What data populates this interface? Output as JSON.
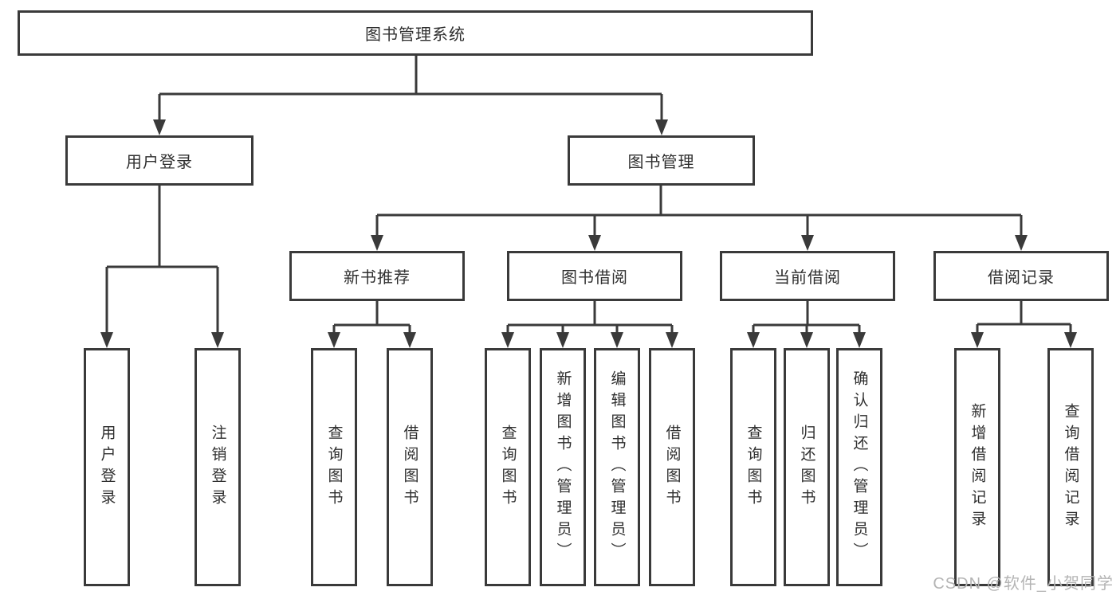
{
  "diagram": {
    "title_node": "图书管理系统",
    "structure_note": "functional decomposition tree of a library management system"
  },
  "nodes": {
    "root": "图书管理系统",
    "user_login": "用户登录",
    "book_management": "图书管理",
    "new_book_recommend": "新书推荐",
    "book_borrow": "图书借阅",
    "current_borrow": "当前借阅",
    "borrow_records": "借阅记录"
  },
  "leaves": {
    "user_login": "用户登录",
    "logout_login": "注销登录",
    "query_books_nb": "查询图书",
    "borrow_books_nb": "借阅图书",
    "query_books_bw": "查询图书",
    "add_books_admin": "新增图书（管理员）",
    "edit_books_admin": "编辑图书（管理员）",
    "borrow_books_bw": "借阅图书",
    "query_books_cur": "查询图书",
    "return_books": "归还图书",
    "confirm_return_admin": "确认归还（管理员）",
    "add_borrow_record": "新增借阅记录",
    "query_borrow_record": "查询借阅记录"
  },
  "watermark": {
    "text": "CSDN @软件_小贺同学"
  },
  "colors": {
    "line": "#3a3a3a",
    "text": "#2f2f2f",
    "watermark": "#b4b4b4",
    "background": "#ffffff"
  }
}
